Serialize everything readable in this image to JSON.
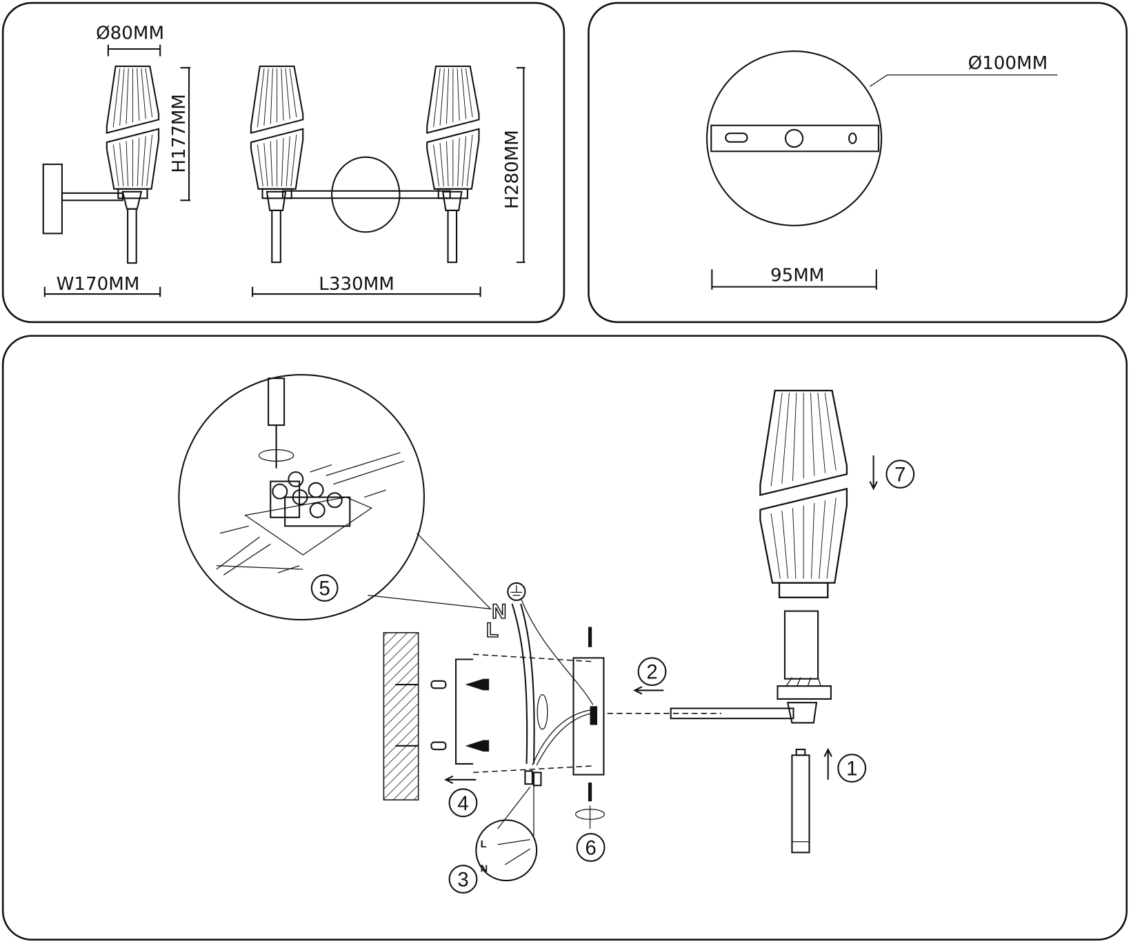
{
  "dimensions": {
    "shade_diameter": "Ø80MM",
    "shade_height": "H177MM",
    "width": "W170MM",
    "length": "L330MM",
    "height": "H280MM",
    "base_diameter": "Ø100MM",
    "mount_width": "95MM"
  },
  "steps": [
    "1",
    "2",
    "3",
    "4",
    "5",
    "6",
    "7"
  ],
  "wire_labels": {
    "neutral": "N",
    "live": "L",
    "detail_live": "L",
    "detail_neutral": "N"
  }
}
